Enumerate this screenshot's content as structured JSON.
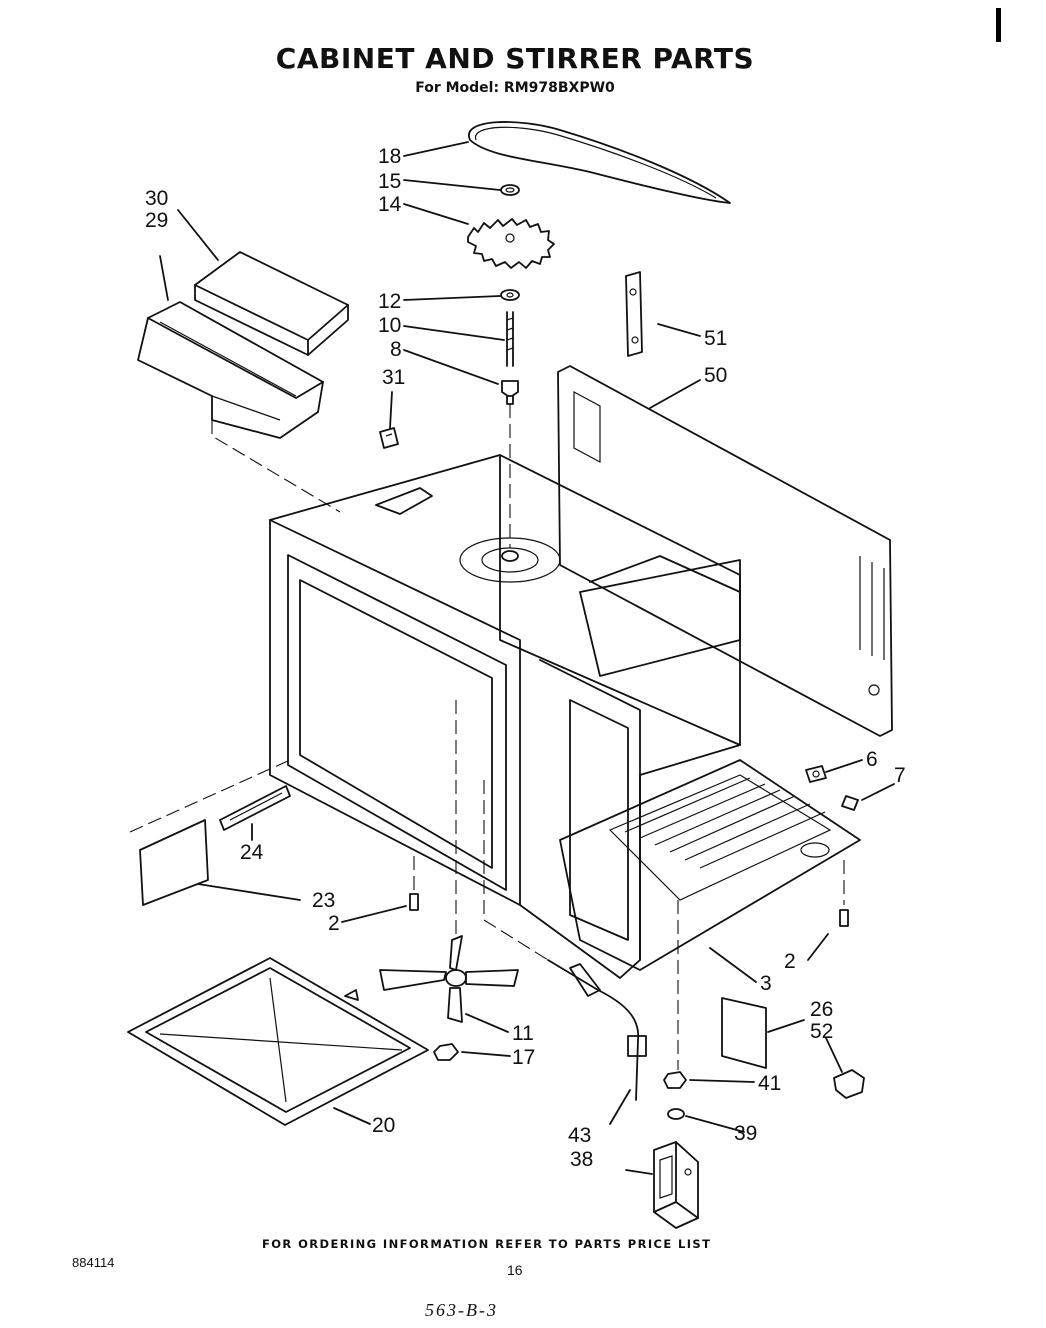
{
  "header": {
    "title": "CABINET AND STIRRER PARTS",
    "model": "For Model: RM978BXPW0"
  },
  "footer": {
    "ordering": "FOR ORDERING INFORMATION REFER TO PARTS PRICE LIST",
    "code": "884114",
    "page_number": "16",
    "handwritten": "563-B-3"
  },
  "callouts": {
    "c18": "18",
    "c15": "15",
    "c14": "14",
    "c30": "30",
    "c29": "29",
    "c12": "12",
    "c10": "10",
    "c8": "8",
    "c31": "31",
    "c51": "51",
    "c50": "50",
    "c6": "6",
    "c7": "7",
    "c24": "24",
    "c23": "23",
    "c2a": "2",
    "c2b": "2",
    "c3": "3",
    "c26": "26",
    "c52": "52",
    "c11": "11",
    "c17": "17",
    "c41": "41",
    "c20": "20",
    "c43": "43",
    "c39": "39",
    "c38": "38"
  }
}
